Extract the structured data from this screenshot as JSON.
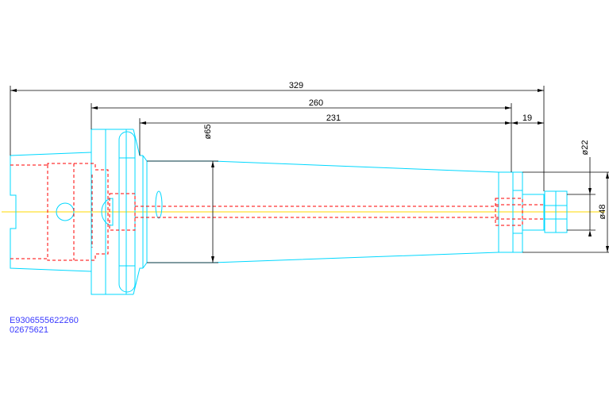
{
  "dimensions": {
    "overall": "329",
    "body": "260",
    "taper": "231",
    "nose": "19",
    "dia_taper": "ø65",
    "dia_small": "ø22",
    "dia_nose": "ø48"
  },
  "codes": {
    "line1": "E9306555622260",
    "line2": "02675621"
  },
  "colors": {
    "outline": "#00d8ff",
    "hidden": "#ff0000",
    "centerline": "#ffd800",
    "dimension": "#000000",
    "code_text": "#3a3aff"
  }
}
